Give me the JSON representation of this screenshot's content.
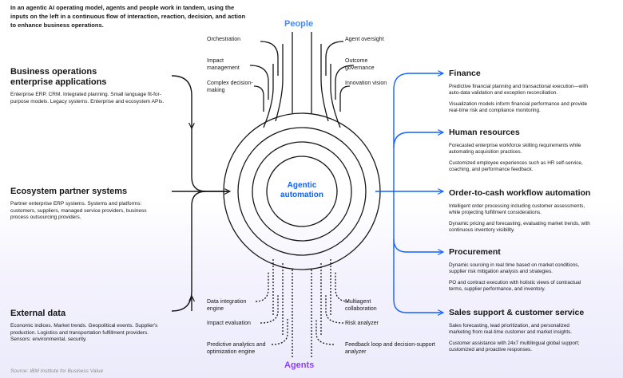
{
  "intro": "In an agentic AI operating model, agents and people work in tandem, using the inputs on the left in a continuous flow of interaction, reaction, decision, and action to enhance business operations.",
  "people_label": "People",
  "agents_label": "Agents",
  "center_label": "Agentic automation",
  "source": "Source: IBM Institute for Business Value",
  "inputs": [
    {
      "title": "Business operations enterprise applications",
      "desc": "Enterprise ERP, CRM. Integrated planning. Small language fit-for-purpose models. Legacy systems. Enterprise and ecosystem APIs."
    },
    {
      "title": "Ecosystem partner systems",
      "desc": "Partner enterprise ERP systems. Systems and platforms: customers, suppliers, managed service providers, business process outsourcing providers."
    },
    {
      "title": "External data",
      "desc": "Economic indices. Market trends. Geopolitical events. Supplier's production. Logistics and transportation fulfillment providers. Sensors: environmental, security."
    }
  ],
  "people_roles": {
    "left": [
      "Orchestration",
      "Impact management",
      "Complex decision-making"
    ],
    "right": [
      "Agent oversight",
      "Outcome governance",
      "Innovation vision"
    ]
  },
  "agent_roles": {
    "left": [
      "Data integration engine",
      "Impact evaluation",
      "Predictive analytics and optimization engine"
    ],
    "right": [
      "Multiagent collaboration",
      "Risk analyzer",
      "Feedback loop and decision-support analyzer"
    ]
  },
  "outputs": [
    {
      "title": "Finance",
      "desc1": "Predictive financial planning and transactional execution—with auto-data validation and exception reconciliation.",
      "desc2": "Visualization models inform financial performance and provide real-time risk and compliance monitoring."
    },
    {
      "title": "Human resources",
      "desc1": "Forecasted enterprise workforce skilling requirements while automating acquisition practices.",
      "desc2": "Customized employee experiences such as HR self-service, coaching, and performance feedback."
    },
    {
      "title": "Order-to-cash workflow automation",
      "desc1": "Intelligent order processing including customer assessments, while projecting fulfillment considerations.",
      "desc2": "Dynamic pricing and forecasting, evaluating market trends, with continuous inventory visibility."
    },
    {
      "title": "Procurement",
      "desc1": "Dynamic sourcing in real time based on market conditions, supplier risk mitigation analysis and strategies.",
      "desc2": "PO and contract execution with holistic views of contractual terms, supplier performance, and inventory."
    },
    {
      "title": "Sales support & customer service",
      "desc1": "Sales forecasting, lead prioritization, and personalized marketing from real-time customer and market insights.",
      "desc2": "Customer assistance with 24x7 multilingual global support; customized and proactive responses."
    }
  ],
  "colors": {
    "people": "#4589ff",
    "agents": "#8a3ffc",
    "flow": "#0f62fe",
    "line": "#161616"
  }
}
